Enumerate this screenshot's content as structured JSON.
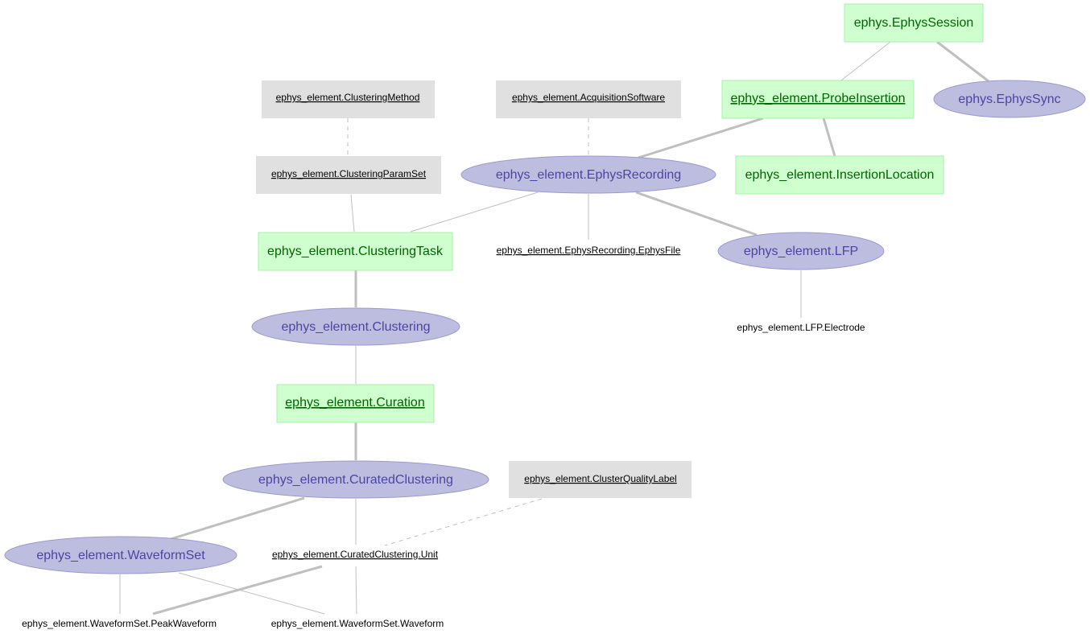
{
  "colors": {
    "manual_fill": "#cfffcf",
    "manual_stroke": "#a8f0a8",
    "manual_text": "#006400",
    "computed_fill": "#bdbde0",
    "computed_stroke": "#9a9ad0",
    "computed_text": "#4b45a1",
    "lookup_fill": "#e0e0e0",
    "edge": "#bfbfbf"
  },
  "nodes": {
    "ephys_session": {
      "label": "ephys.EphysSession",
      "kind": "manual"
    },
    "ephys_sync": {
      "label": "ephys.EphysSync",
      "kind": "computed"
    },
    "probe_insertion": {
      "label": "ephys_element.ProbeInsertion",
      "kind": "manual"
    },
    "insertion_location": {
      "label": "ephys_element.InsertionLocation",
      "kind": "manual"
    },
    "clustering_method": {
      "label": "ephys_element.ClusteringMethod",
      "kind": "lookup"
    },
    "acquisition_software": {
      "label": "ephys_element.AcquisitionSoftware",
      "kind": "lookup"
    },
    "clustering_param_set": {
      "label": "ephys_element.ClusteringParamSet",
      "kind": "lookup"
    },
    "ephys_recording": {
      "label": "ephys_element.EphysRecording",
      "kind": "computed"
    },
    "clustering_task": {
      "label": "ephys_element.ClusteringTask",
      "kind": "manual"
    },
    "ephys_file": {
      "label": "ephys_element.EphysRecording.EphysFile",
      "kind": "part"
    },
    "lfp": {
      "label": "ephys_element.LFP",
      "kind": "computed"
    },
    "clustering": {
      "label": "ephys_element.Clustering",
      "kind": "computed"
    },
    "lfp_electrode": {
      "label": "ephys_element.LFP.Electrode",
      "kind": "part"
    },
    "curation": {
      "label": "ephys_element.Curation",
      "kind": "manual"
    },
    "curated_clustering": {
      "label": "ephys_element.CuratedClustering",
      "kind": "computed"
    },
    "cluster_quality_label": {
      "label": "ephys_element.ClusterQualityLabel",
      "kind": "lookup"
    },
    "waveform_set": {
      "label": "ephys_element.WaveformSet",
      "kind": "computed"
    },
    "curated_unit": {
      "label": "ephys_element.CuratedClustering.Unit",
      "kind": "part"
    },
    "peak_waveform": {
      "label": "ephys_element.WaveformSet.PeakWaveform",
      "kind": "part"
    },
    "waveform": {
      "label": "ephys_element.WaveformSet.Waveform",
      "kind": "part"
    }
  }
}
